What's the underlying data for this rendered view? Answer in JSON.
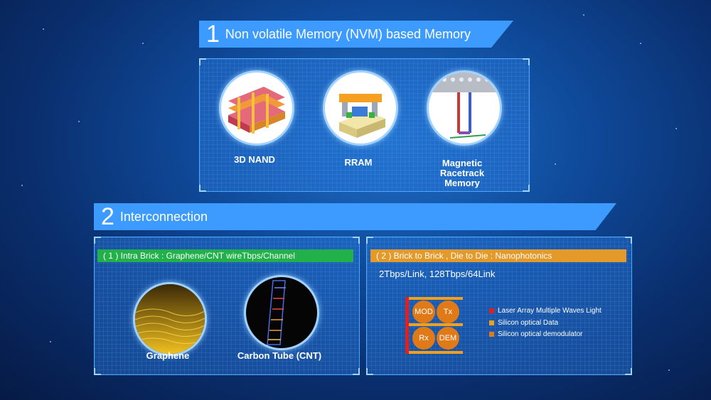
{
  "section1": {
    "number": "1",
    "title": "Non volatile Memory (NVM) based Memory",
    "items": [
      {
        "label": "3D  NAND",
        "icon": "3d-nand-icon"
      },
      {
        "label": "RRAM",
        "icon": "rram-icon"
      },
      {
        "label": "Magnetic Racetrack\nMemory",
        "icon": "racetrack-memory-icon"
      }
    ]
  },
  "section2": {
    "number": "2",
    "title": "Interconnection",
    "left": {
      "header": "( 1 ) Intra Brick : Graphene/CNT wireTbps/Channel",
      "items": [
        {
          "label": "Graphene",
          "icon": "graphene-icon"
        },
        {
          "label": "Carbon Tube (CNT)",
          "icon": "carbon-nanotube-icon"
        }
      ]
    },
    "right": {
      "header": "( 2 ) Brick to Brick , Die to Die : Nanophotonics",
      "speed": "2Tbps/Link, 128Tbps/64Link",
      "blocks": [
        "MOD",
        "Tx",
        "Rx",
        "DEM"
      ],
      "legend": [
        {
          "label": "Laser Array Multiple Waves Light",
          "color": "#e02020"
        },
        {
          "label": "Silicon optical Data",
          "color": "#f0a020"
        },
        {
          "label": "Silicon optical demodulator",
          "color": "#e07a18"
        }
      ]
    }
  },
  "colors": {
    "banner": "#3d9bff",
    "green_bar": "#22b04a",
    "orange_bar": "#e39a2a"
  }
}
